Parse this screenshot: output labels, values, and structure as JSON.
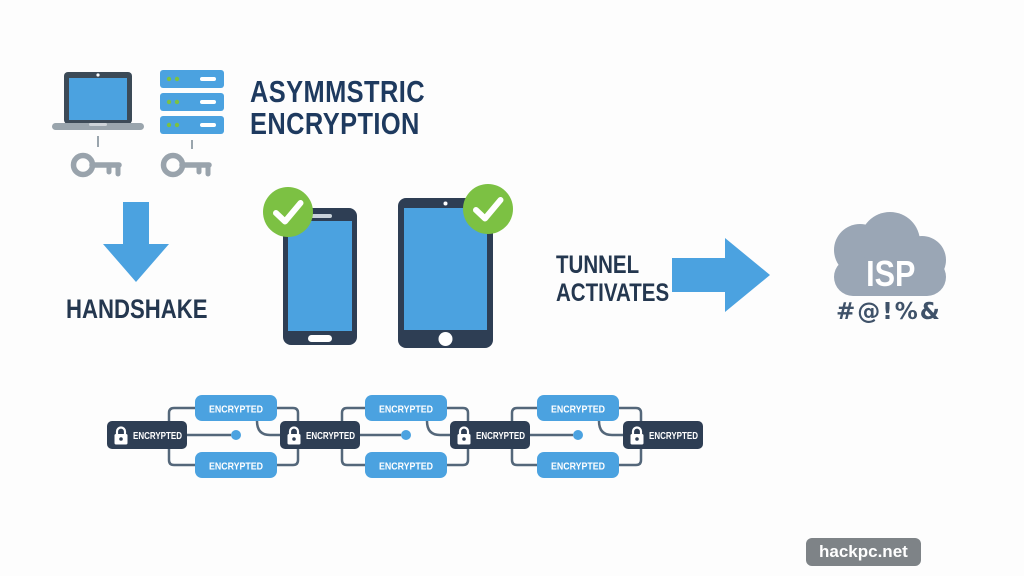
{
  "title": {
    "line1": "ASYMMSTRIC",
    "line2": "ENCRYPTION"
  },
  "handshake": {
    "label": "HANDSHAKE"
  },
  "tunnel": {
    "line1": "TUNNEL",
    "line2": "ACTIVATES"
  },
  "isp": {
    "label": "ISP",
    "scrambled": "#@!%&"
  },
  "chain": {
    "dark_blocks": [
      {
        "label": "ENCRYPTED"
      },
      {
        "label": "ENCRYPTED"
      },
      {
        "label": "ENCRYPTED"
      },
      {
        "label": "ENCRYPTED"
      }
    ],
    "blue_blocks": [
      {
        "top": "ENCRYPTED",
        "bottom": "ENCRYPTED"
      },
      {
        "top": "ENCRYPTED",
        "bottom": "ENCRYPTED"
      },
      {
        "top": "ENCRYPTED",
        "bottom": "ENCRYPTED"
      }
    ]
  },
  "watermark": {
    "label": "hackpc.net"
  },
  "icons": [
    "laptop-icon",
    "server-icon",
    "key-icon",
    "down-arrow-icon",
    "smartphone-icon",
    "tablet-icon",
    "check-circle-icon",
    "right-arrow-icon",
    "cloud-icon",
    "lock-icon"
  ],
  "colors": {
    "accent_blue": "#4BA2E0",
    "navy_text": "#24374F",
    "device_dark": "#2E3E54",
    "check_green": "#7CC143",
    "cloud_gray": "#9AA6B5",
    "key_gray": "#99A3AC",
    "connector_gray": "#54677A",
    "watermark_gray": "#7E8387"
  }
}
